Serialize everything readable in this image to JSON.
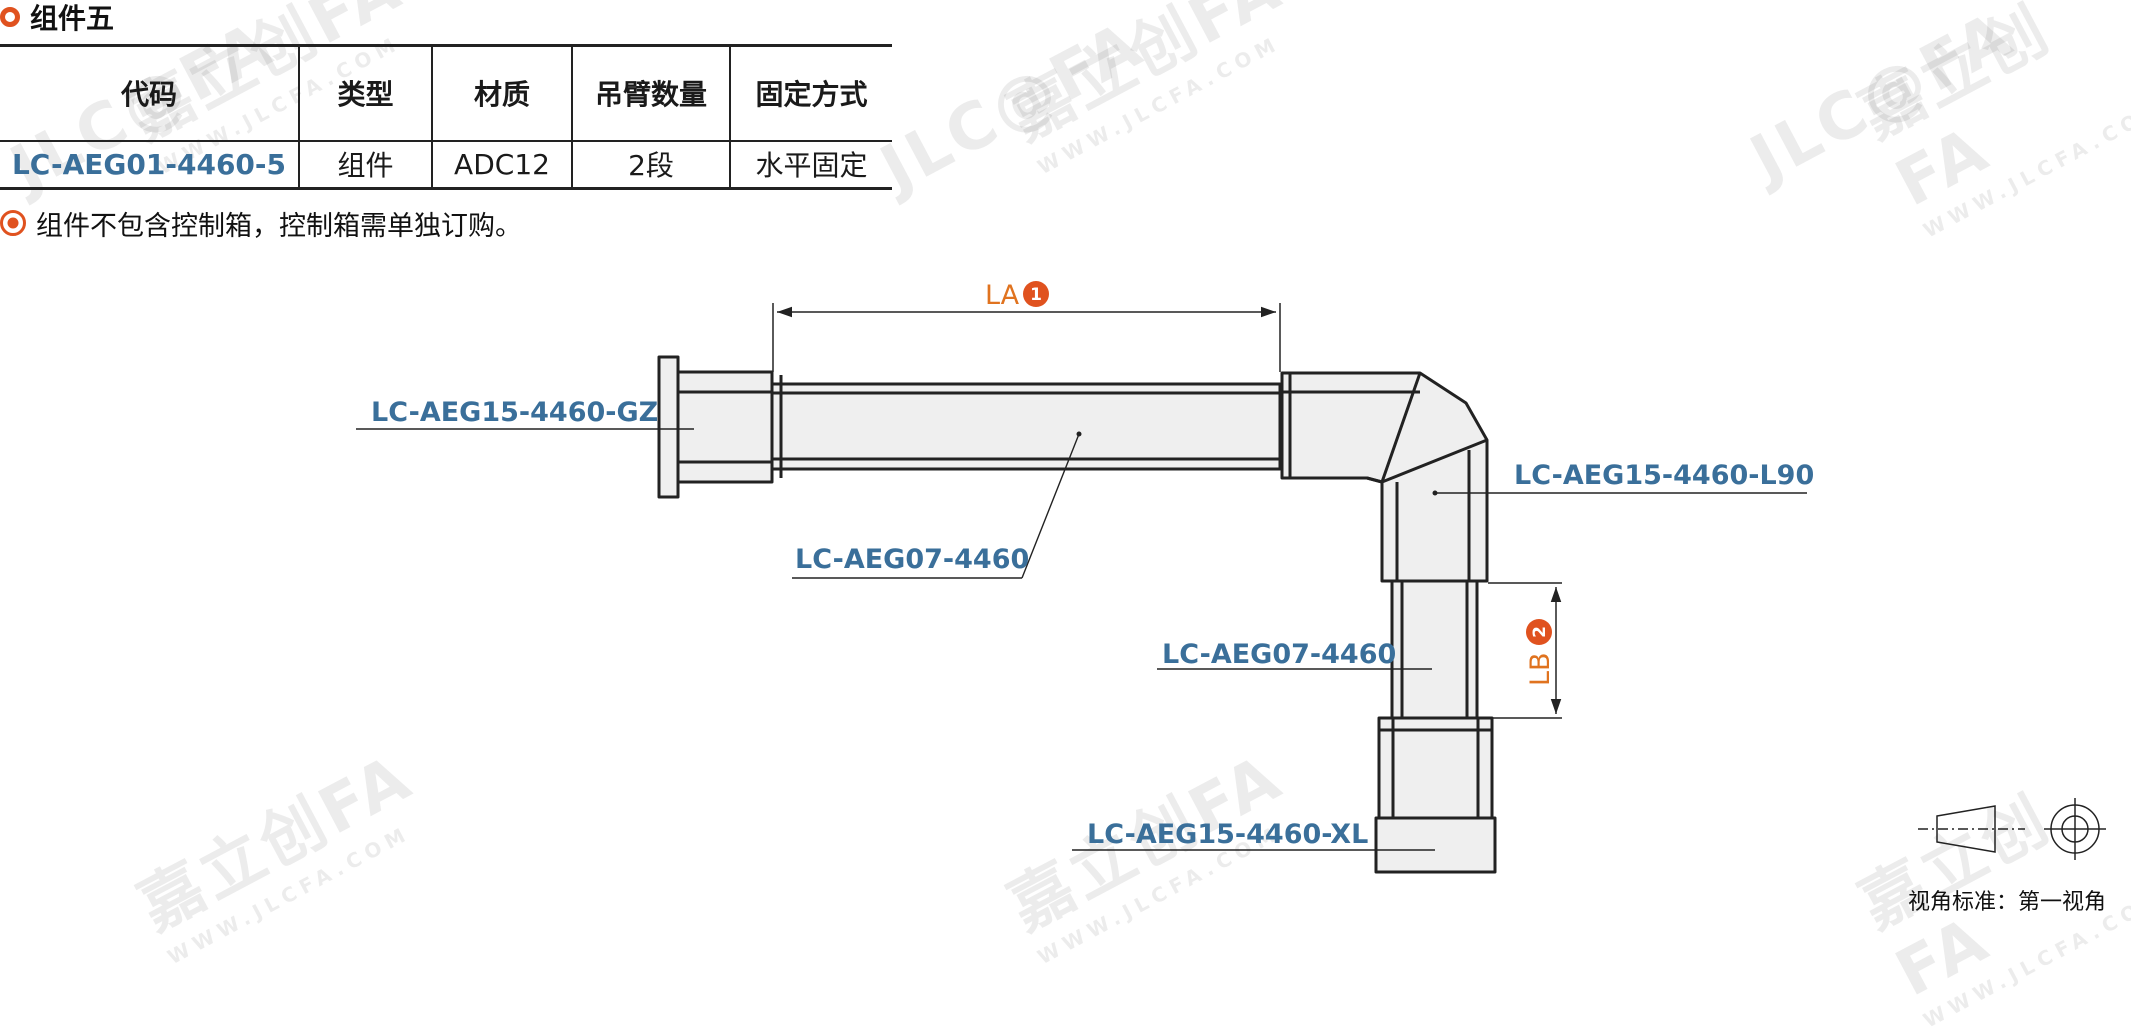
{
  "section": {
    "title": "组件五"
  },
  "table": {
    "headers": [
      "代码",
      "类型",
      "材质",
      "吊臂数量",
      "固定方式"
    ],
    "rows": [
      [
        "LC-AEG01-4460-5",
        "组件",
        "ADC12",
        "2段",
        "水平固定"
      ]
    ]
  },
  "note": "组件不包含控制箱，控制箱需单独订购。",
  "drawing": {
    "labels": {
      "gz": "LC-AEG15-4460-GZ",
      "tube_h": "LC-AEG07-4460",
      "l90": "LC-AEG15-4460-L90",
      "tube_v": "LC-AEG07-4460",
      "xl": "LC-AEG15-4460-XL"
    },
    "dims": {
      "la": {
        "text": "LA",
        "badge": "1"
      },
      "lb": {
        "text": "LB",
        "badge": "2"
      }
    }
  },
  "watermark": {
    "brand": "JLC@FA",
    "brand_cn": "嘉立创FA",
    "url": "WWW.JLCFA.COM"
  },
  "view_standard": "视角标准：第一视角",
  "colors": {
    "accent": "#e0521f",
    "link_blue": "#3a6f9a",
    "dim_orange": "#e0731f",
    "line": "#222222",
    "part_fill": "#efefef"
  },
  "icons": {
    "title_bullet": "ring-icon",
    "note_bullet": "dot-circle-icon",
    "projection": "first-angle-projection-icon"
  }
}
